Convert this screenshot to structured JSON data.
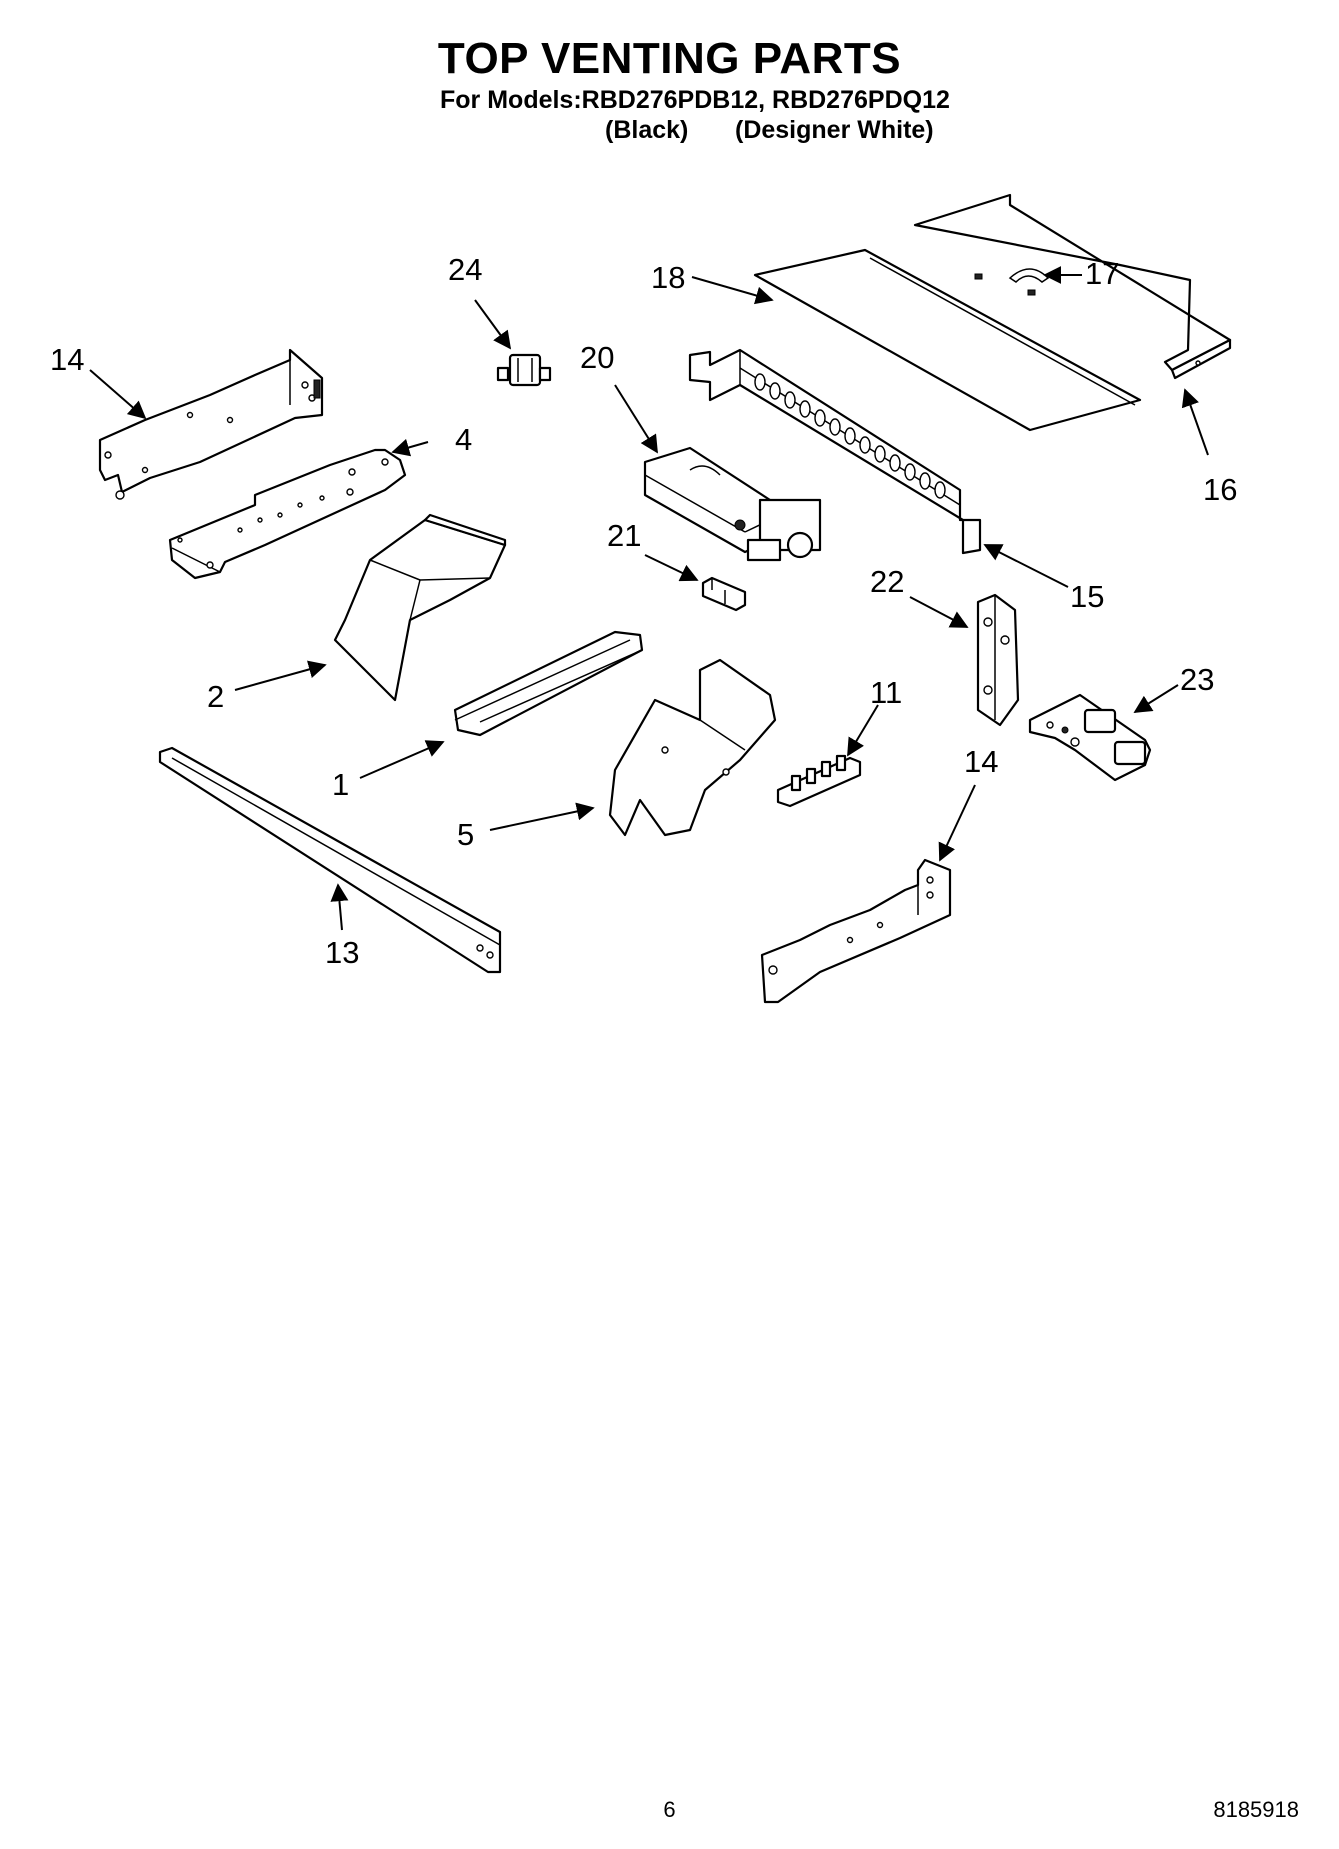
{
  "header": {
    "title": "TOP VENTING PARTS",
    "models_line": "For Models:RBD276PDB12, RBD276PDQ12",
    "variants": [
      "(Black)",
      "(Designer White)"
    ]
  },
  "callouts": [
    {
      "id": "c24",
      "label": "24"
    },
    {
      "id": "c18",
      "label": "18"
    },
    {
      "id": "c17",
      "label": "17"
    },
    {
      "id": "c14a",
      "label": "14"
    },
    {
      "id": "c20",
      "label": "20"
    },
    {
      "id": "c16",
      "label": "16"
    },
    {
      "id": "c4",
      "label": "4"
    },
    {
      "id": "c21",
      "label": "21"
    },
    {
      "id": "c22",
      "label": "22"
    },
    {
      "id": "c15",
      "label": "15"
    },
    {
      "id": "c2",
      "label": "2"
    },
    {
      "id": "c23",
      "label": "23"
    },
    {
      "id": "c11",
      "label": "11"
    },
    {
      "id": "c1",
      "label": "1"
    },
    {
      "id": "c14b",
      "label": "14"
    },
    {
      "id": "c5",
      "label": "5"
    },
    {
      "id": "c13",
      "label": "13"
    }
  ],
  "footer": {
    "page_number": "6",
    "document_number": "8185918"
  }
}
